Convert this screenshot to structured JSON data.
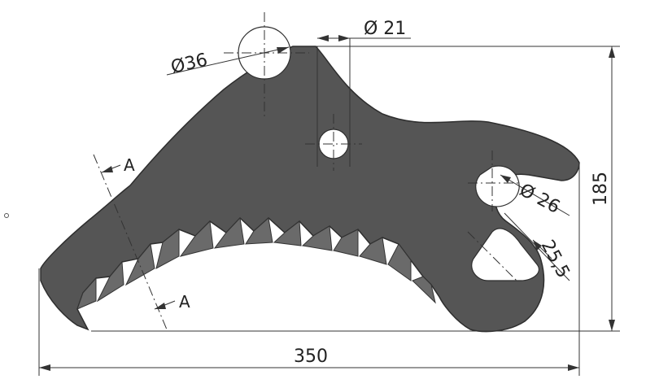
{
  "dimensions": {
    "width_total": "350",
    "height_total": "185",
    "hole_large": "Ø36",
    "slot_width": "Ø 21",
    "hole_right": "Ø 26",
    "slot_right": "25,5"
  },
  "section_marks": {
    "top": "A",
    "bottom": "A"
  },
  "colors": {
    "part_fill": "#555555",
    "line": "#333333"
  }
}
